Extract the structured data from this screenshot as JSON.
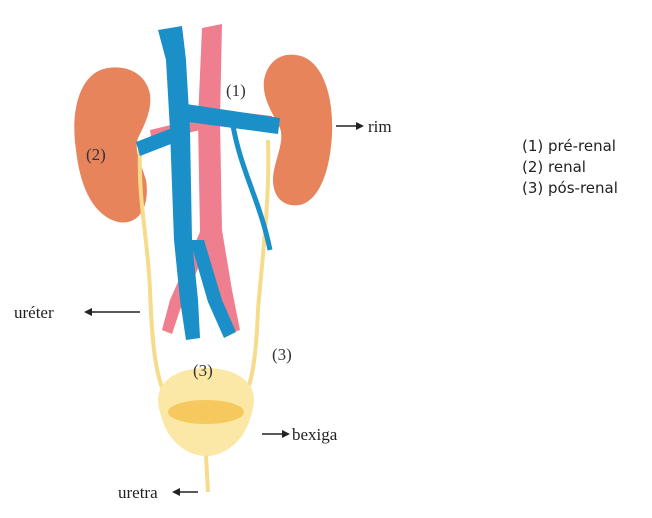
{
  "labels": {
    "rim": "rim",
    "ureter": "uréter",
    "bexiga": "bexiga",
    "uretra": "uretra"
  },
  "markers": {
    "m1": "(1)",
    "m2": "(2)",
    "m3a": "(3)",
    "m3b": "(3)"
  },
  "legend": [
    "(1) pré-renal",
    "(2) renal",
    "(3) pós-renal"
  ],
  "colors": {
    "kidney": "#e8845c",
    "vein": "#1a8fc8",
    "artery": "#ef7f8e",
    "ureter": "#f6dc8a",
    "bladder": "#fbe7a6",
    "bladder_inner": "#f6c95e"
  }
}
